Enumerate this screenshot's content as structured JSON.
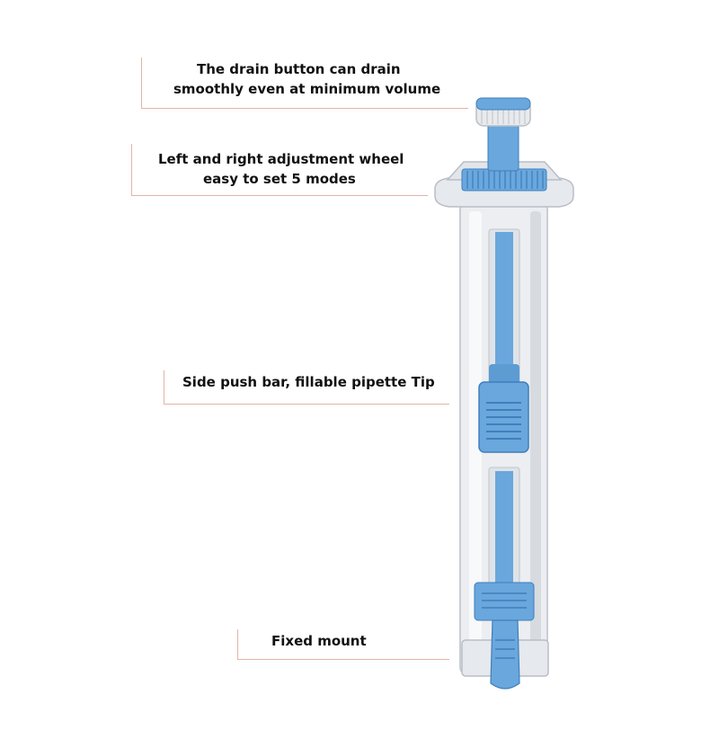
{
  "colors": {
    "callout_line": "#e3b4a6",
    "body_white": "#eceef1",
    "body_shadow": "#c9cdd3",
    "accent_blue": "#6aa7dd",
    "accent_blue_dark": "#3f7fbd"
  },
  "callouts": [
    {
      "id": "drain-button",
      "lines": [
        "The drain button can drain",
        "smoothly even at minimum volume"
      ]
    },
    {
      "id": "adjustment-wheel",
      "lines": [
        "Left and right adjustment wheel",
        "easy to set 5 modes"
      ]
    },
    {
      "id": "side-push-bar",
      "lines": [
        "Side push bar, fillable pipette Tip"
      ]
    },
    {
      "id": "fixed-mount",
      "lines": [
        "Fixed mount"
      ]
    }
  ],
  "device_parts": {
    "top_knob": "drain-knob",
    "wheel": "adjustment-wheel",
    "body": "pipette-body",
    "slider": "side-push-slider",
    "mount": "fixed-mount-clip"
  }
}
